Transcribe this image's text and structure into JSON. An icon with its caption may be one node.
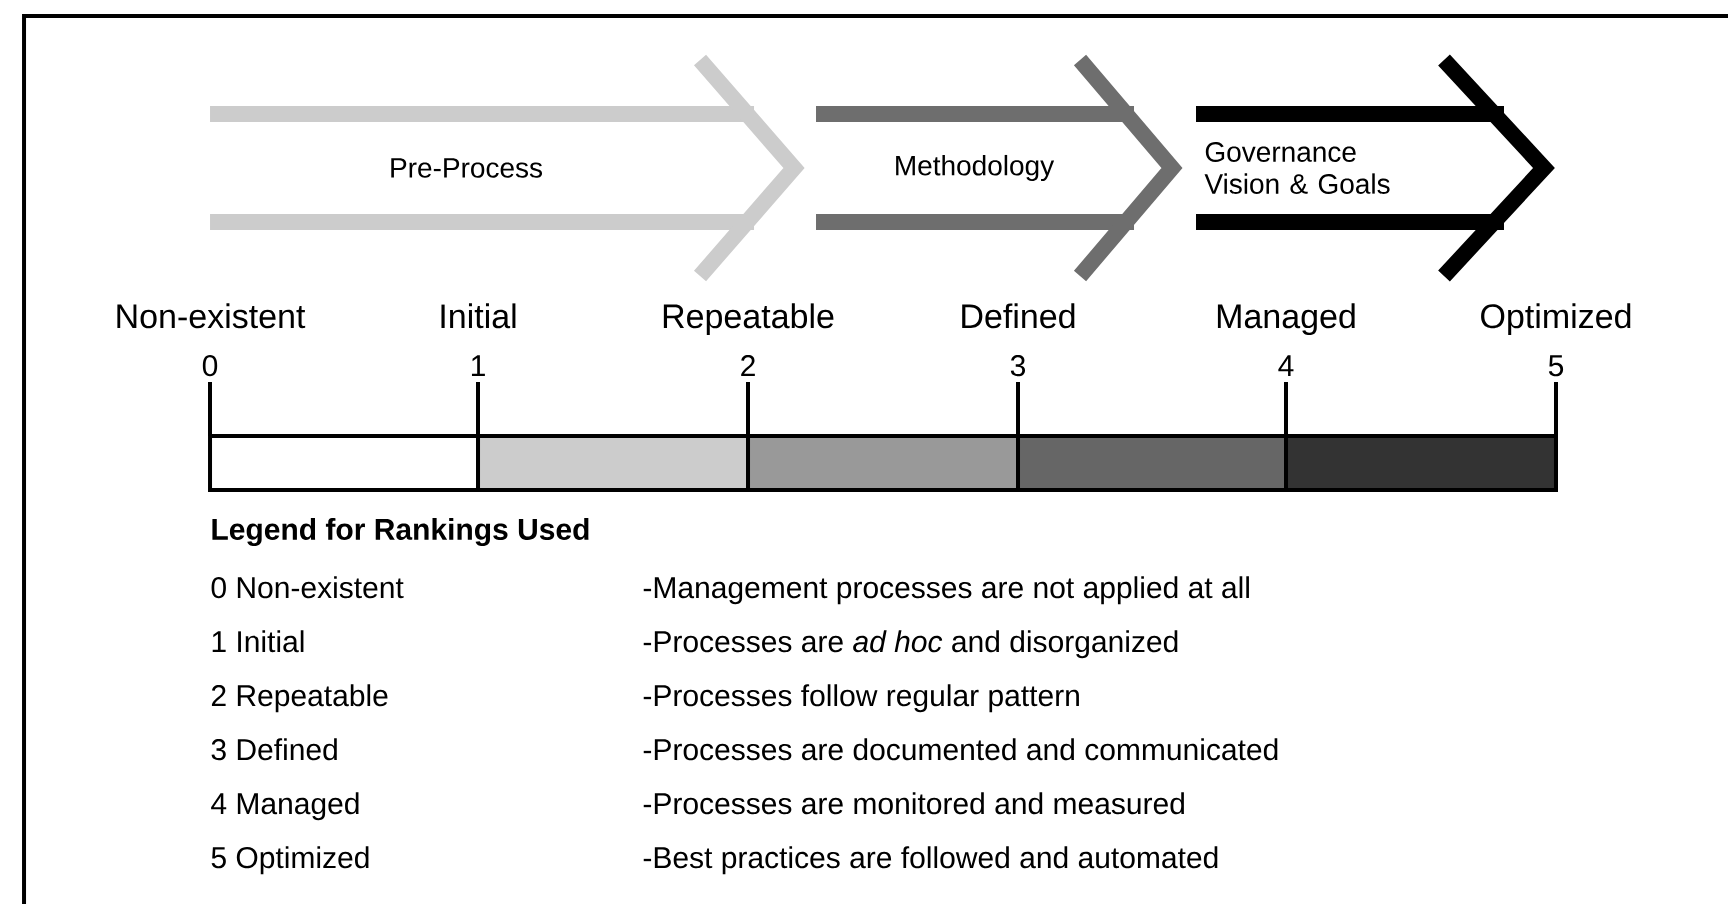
{
  "diagram": {
    "nodes": [
      {
        "text": [
          "Pre-Process"
        ]
      },
      {
        "text": [
          "Methodology"
        ]
      },
      {
        "text": [
          "Governance Vision & Goals"
        ]
      }
    ],
    "edges": [],
    "labels": [
      "Non-existent",
      "Initial",
      "Repeatable",
      "Defined",
      "Managed",
      "Optimized",
      "0",
      "1",
      "2",
      "3",
      "4",
      "5",
      "Legend for Rankings Used",
      "0 Non-existent",
      "-Management processes are not applied at all",
      "1 Initial",
      "-Processes are *ad hoc* and disorganized",
      "2 Repeatable",
      "-Processes follow regular pattern",
      "3 Defined",
      "-Processes are documented and communicated",
      "4 Managed",
      "-Processes are monitored and measured",
      "5 Optimized",
      "-Best practices are followed and automated"
    ]
  }
}
